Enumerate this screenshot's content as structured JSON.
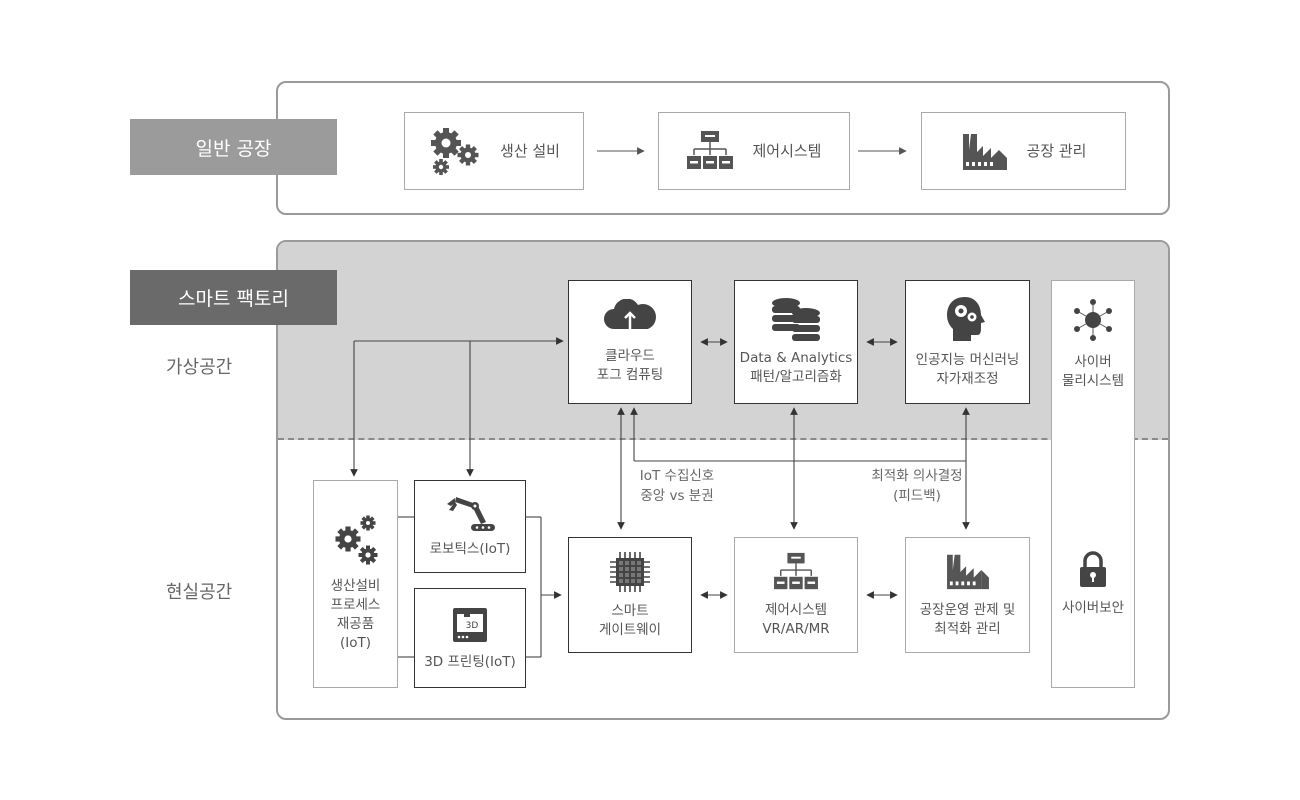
{
  "general_factory": {
    "tag": "일반 공장",
    "steps": [
      {
        "label": "생산 설비",
        "icon": "gears-icon"
      },
      {
        "label": "제어시스템",
        "icon": "hierarchy-icon"
      },
      {
        "label": "공장 관리",
        "icon": "factory-icon"
      }
    ]
  },
  "smart_factory": {
    "tag": "스마트 팩토리",
    "virtual_space_label": "가상공간",
    "real_space_label": "현실공간",
    "virtual_boxes": {
      "cloud": {
        "line1": "클라우드",
        "line2": "포그 컴퓨팅",
        "icon": "cloud-icon"
      },
      "analytics": {
        "line1": "Data & Analytics",
        "line2": "패턴/알고리즘화",
        "icon": "database-icon"
      },
      "ai": {
        "line1": "인공지능 머신러닝",
        "line2": "자가재조정",
        "icon": "brain-head-icon"
      }
    },
    "cps": {
      "top": {
        "line1": "사이버",
        "line2": "물리시스템",
        "icon": "network-node-icon"
      },
      "bottom": {
        "label": "사이버보안",
        "icon": "lock-icon"
      }
    },
    "real_boxes": {
      "production": {
        "lines": [
          "생산설비",
          "프로세스",
          "재공품",
          "(IoT)"
        ],
        "icon": "gears-icon"
      },
      "robotics": {
        "label": "로보틱스(IoT)",
        "icon": "robot-arm-icon"
      },
      "printing": {
        "label": "3D 프린팅(IoT)",
        "icon": "3d-printer-icon",
        "icon_text": "3D"
      },
      "gateway": {
        "line1": "스마트",
        "line2": "게이트웨이",
        "icon": "chip-icon"
      },
      "control": {
        "line1": "제어시스템",
        "line2": "VR/AR/MR",
        "icon": "hierarchy-icon"
      },
      "operation": {
        "line1": "공장운영 관제 및",
        "line2": "최적화 관리",
        "icon": "factory-icon"
      }
    },
    "notes": {
      "iot": {
        "line1": "IoT 수집신호",
        "line2": "중앙 vs 분권"
      },
      "feedback": {
        "line1": "최적화 의사결정",
        "line2": "(피드백)"
      }
    }
  }
}
